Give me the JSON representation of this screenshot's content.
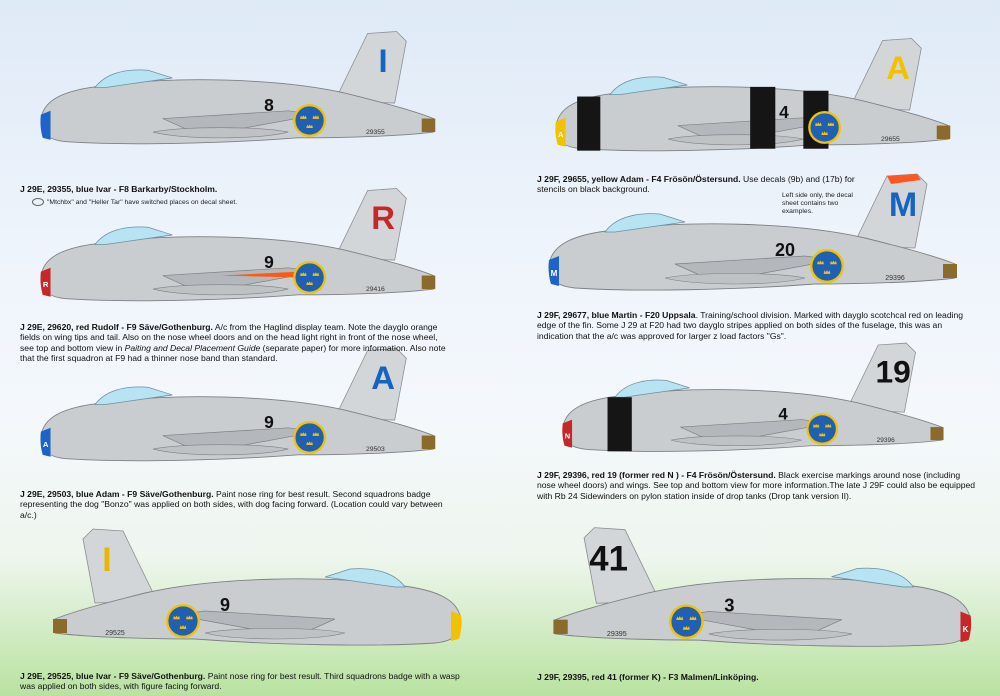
{
  "aircraft": [
    {
      "id": "p1",
      "tail_code": "I",
      "tail_color": "#1565c0",
      "side_number": "8",
      "serial": "29355",
      "nose_band": "#1e63c8",
      "facing": "left",
      "fin_stripes": false,
      "black_bands": false
    },
    {
      "id": "p2",
      "tail_code": "R",
      "tail_color": "#c62828",
      "side_number": "9",
      "serial": "29416",
      "nose_band": "#c62828",
      "nose_letter": "R",
      "facing": "left",
      "orange": true
    },
    {
      "id": "p3",
      "tail_code": "A",
      "tail_color": "#1565c0",
      "side_number": "9",
      "serial": "29503",
      "nose_band": "#1e63c8",
      "nose_letter": "A",
      "facing": "left"
    },
    {
      "id": "p4",
      "tail_code": "I",
      "tail_color": "#e8b800",
      "side_number": "9",
      "serial": "29525",
      "nose_band": "#f2c200",
      "facing": "right"
    },
    {
      "id": "p5",
      "tail_code": "A",
      "tail_color": "#f2c200",
      "side_number": "4",
      "serial": "29655",
      "nose_band": "#f2c200",
      "nose_letter": "A",
      "facing": "left",
      "black_bands": true
    },
    {
      "id": "p6",
      "tail_code": "M",
      "tail_color": "#1565c0",
      "side_number": "20",
      "serial": "29396",
      "nose_band": "#1e63c8",
      "nose_letter": "M",
      "facing": "left",
      "fin_stripes": true
    },
    {
      "id": "p7",
      "tail_code": "19",
      "tail_color": "#111111",
      "side_number": "4",
      "serial": "29396",
      "nose_band": "#c62828",
      "nose_letter": "N",
      "facing": "left",
      "black_band_single": true
    },
    {
      "id": "p8",
      "tail_code": "41",
      "tail_color": "#111111",
      "side_number": "3",
      "serial": "29395",
      "nose_band": "#c62828",
      "nose_letter": "K",
      "facing": "right"
    }
  ],
  "captions": {
    "c1_bold": "J 29E, 29355, blue Ivar - F8 Barkarby/Stockholm.",
    "c2_bold": "J 29E, 29620, red Rudolf - F9 Säve/Gothenburg.",
    "c2_text1": " A/c from the Haglind display team. Note the dayglo orange fields on wing tips and tail. Also on the nose wheel doors and on the head light right in front of the nose wheel, see top and bottom view in ",
    "c2_italic": "Paiting and Decal Placement Guide",
    "c2_text2": " (separate paper) for more information. Also note that the first squadron at F9 had a thinner nose band than standard.",
    "c3_bold": "J 29E, 29503, blue Adam - F9 Säve/Gothenburg.",
    "c3_text": " Paint nose ring for best result. Second squadrons badge representing the dog \"Bonzo\" was applied on both sides, with dog facing forward. (Location could vary between a/c.)",
    "c4_bold": "J 29E, 29525, blue Ivar - F9 Säve/Gothenburg.",
    "c4_text": " Paint nose ring for best result. Third squadrons badge with a wasp was applied on both sides, with figure facing forward.",
    "c5_bold": "J 29F, 29655, yellow Adam - F4 Frösön/Östersund.",
    "c5_text": " Use decals (9b) and (17b) for stencils on black background.",
    "c6_bold": "J 29F, 29677, blue Martin - F20 Uppsala",
    "c6_text": ". Training/school division. Marked with dayglo scotchcal red on leading edge of the fin. Some J 29 at F20 had two dayglo stripes applied on both sides of the fuselage, this was an indication that the a/c was approved for larger z load factors \"Gs\".",
    "c7_bold": "J 29F, 29396, red 19 (former red N ) - F4 Frösön/Östersund.",
    "c7_text": " Black exercise markings around nose (including nose wheel doors) and wings. See top and bottom view for more information.The late J 29F could also be equipped with Rb 24 Sidewinders on pylon station inside of drop tanks (Drop tank version II).",
    "c8_bold": "J 29F, 29395, red 41 (former K) - F3 Malmen/Linköping."
  },
  "notes": {
    "switched": "\"Mtchbx\" and \"Heller Tar\" have switched places on decal sheet.",
    "left_side": "Left side only, the decal sheet contains two examples."
  }
}
